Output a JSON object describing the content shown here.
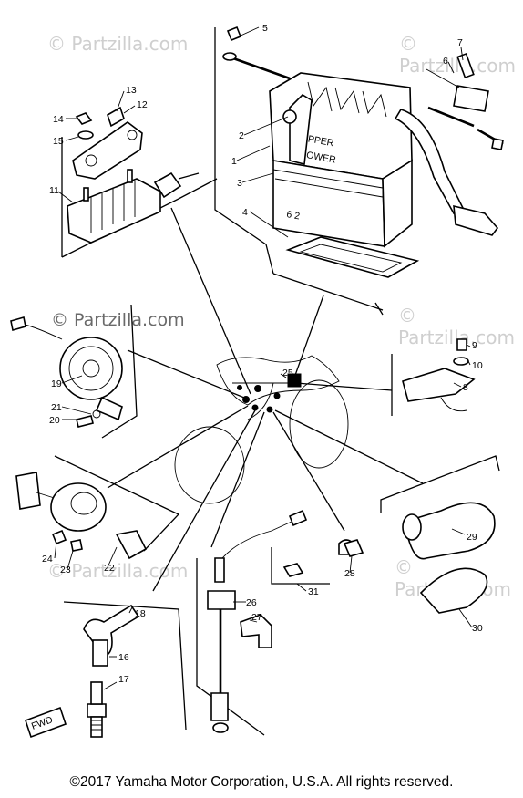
{
  "watermarks": {
    "tr": "© Partzilla.com",
    "tl": "© Partzilla.com",
    "main": "© Partzilla.com",
    "mr": "© Partzilla.com",
    "bl": "© Partzilla.com",
    "br": "© Partzilla.com"
  },
  "copyright": "©2017 Yamaha Motor Corporation, U.S.A. All rights reserved.",
  "battery_text": {
    "upper": "UPPER",
    "lower": "LOWER"
  },
  "front_marker": "FWD",
  "callouts": [
    "1",
    "2",
    "3",
    "4",
    "5",
    "6",
    "7",
    "8",
    "9",
    "10",
    "11",
    "12",
    "13",
    "14",
    "15",
    "16",
    "17",
    "18",
    "19",
    "20",
    "21",
    "22",
    "23",
    "24",
    "25",
    "26",
    "27",
    "28",
    "29",
    "30",
    "31"
  ]
}
